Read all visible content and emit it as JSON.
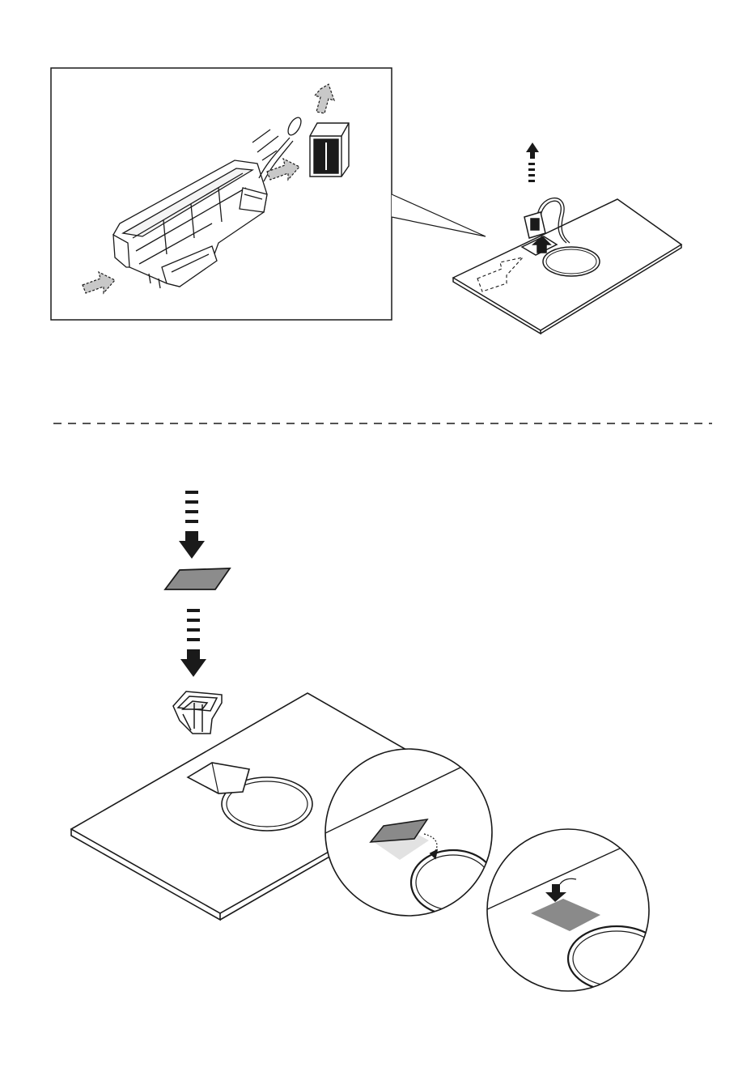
{
  "document": {
    "type": "installation-illustration",
    "panels": [
      {
        "name": "filter-removal",
        "callout": "detail-inset"
      },
      {
        "name": "filter-installation",
        "callouts": [
          "circle-detail-1",
          "circle-detail-2"
        ]
      }
    ],
    "colors": {
      "line": "#1a1a1a",
      "arrow_solid": "#1a1a1a",
      "arrow_dashed_fill": "#c8c8c8",
      "filter_pad": "#8c8c8c",
      "flap_fill": "#8a8a8a",
      "paper": "#ffffff"
    }
  }
}
